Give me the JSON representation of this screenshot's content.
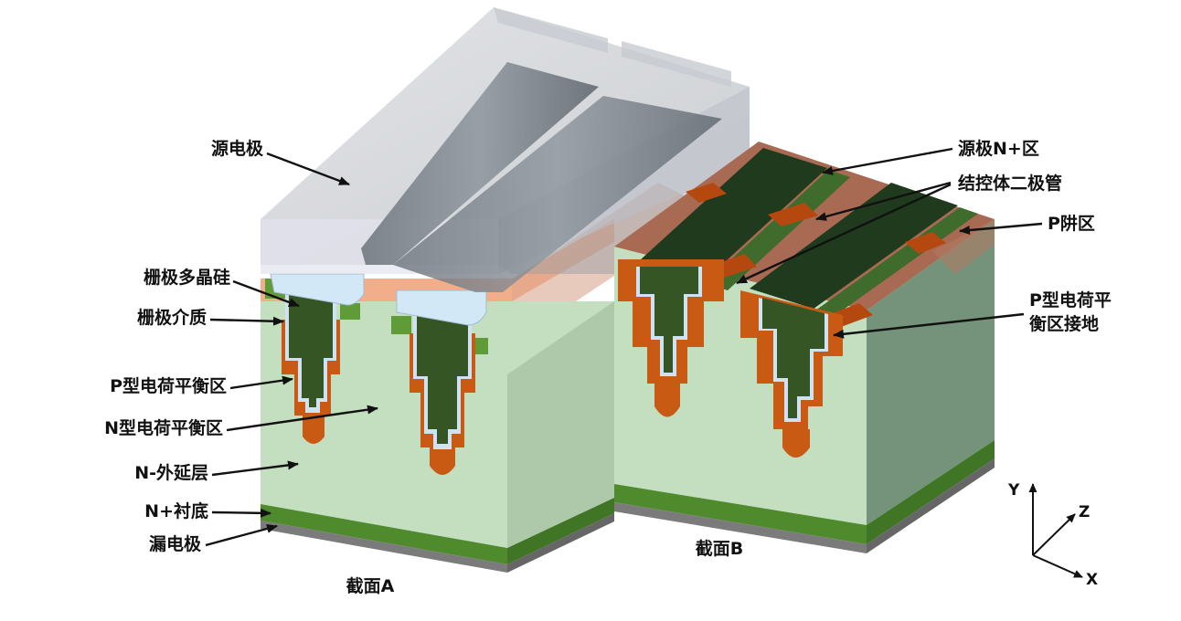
{
  "labels": {
    "source_electrode": "源电极",
    "gate_poly": "栅极多晶硅",
    "gate_dielectric": "栅极介质",
    "p_charge_balance": "P型电荷平衡区",
    "n_charge_balance": "N型电荷平衡区",
    "n_epi": "N-外延层",
    "n_plus_substrate": "N+衬底",
    "drain_electrode": "漏电极",
    "section_a": "截面A",
    "section_b": "截面B",
    "source_n_plus": "源极N+区",
    "body_diode": "结控体二极管",
    "p_well": "P阱区",
    "p_ground_line1": "P型电荷平",
    "p_ground_line2": "衡区接地"
  },
  "axes": {
    "y": "Y",
    "z": "Z",
    "x": "X"
  },
  "colors": {
    "n_epi_front": "#c3dfc0",
    "n_epi_side": "#74937a",
    "trench_poly": "#355525",
    "p_region": "#c95a14",
    "dielectric": "#cfe2f2",
    "substrate": "#4f8a2d",
    "drain": "#7b7b7b",
    "source_electrode": "#9aa0a8",
    "p_well_surface": "#a86a52",
    "source_n_plus_surface": "#1f3a1c"
  }
}
